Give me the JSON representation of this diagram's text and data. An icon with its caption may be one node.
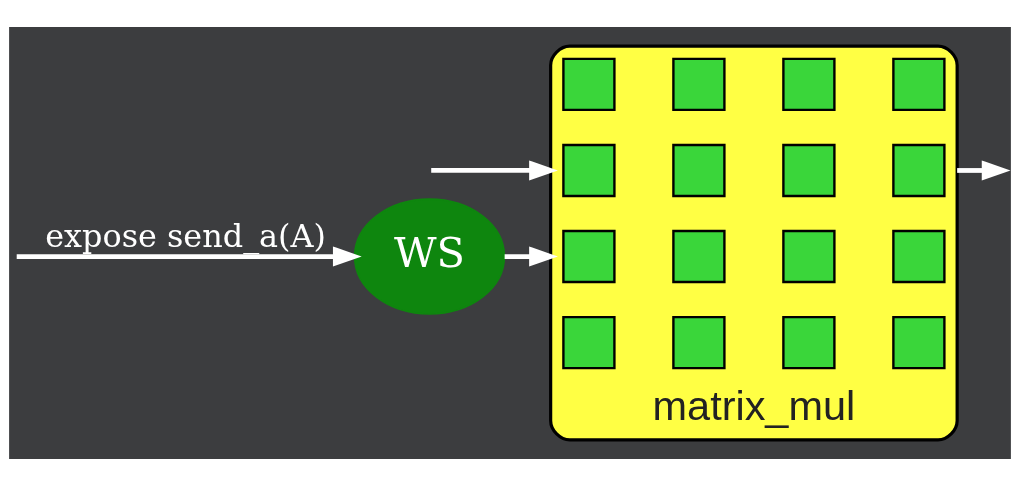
{
  "diagram": {
    "nodes": [
      {
        "text": [
          "WS"
        ]
      },
      {
        "text": [
          "matrix_mul"
        ]
      },
      {
        "text": [],
        "shape": "box",
        "in": 1
      },
      {
        "text": [],
        "shape": "box",
        "in": 1
      },
      {
        "text": [],
        "shape": "box",
        "in": 1
      },
      {
        "text": [],
        "shape": "box",
        "in": 1
      },
      {
        "text": [],
        "shape": "box",
        "in": 1
      },
      {
        "text": [],
        "shape": "box",
        "in": 1
      },
      {
        "text": [],
        "shape": "box",
        "in": 1
      },
      {
        "text": [],
        "shape": "box",
        "in": 1
      },
      {
        "text": [],
        "shape": "box",
        "in": 1
      },
      {
        "text": [],
        "shape": "box",
        "in": 1
      },
      {
        "text": [],
        "shape": "box",
        "in": 1
      },
      {
        "text": [],
        "shape": "box",
        "in": 1
      },
      {
        "text": [],
        "shape": "box",
        "in": 1
      },
      {
        "text": [],
        "shape": "box",
        "in": 1
      },
      {
        "text": [],
        "shape": "box",
        "in": 1
      },
      {
        "text": [],
        "shape": "box",
        "in": 1
      }
    ],
    "edges": [
      {
        "from": null,
        "to": 0,
        "arrow": "to",
        "label": "expose send_a(A)"
      },
      {
        "from": 0,
        "to": 1,
        "arrow": "to"
      },
      {
        "from": null,
        "to": 1,
        "arrow": "to"
      },
      {
        "from": 1,
        "to": null,
        "arrow": "to"
      }
    ]
  }
}
